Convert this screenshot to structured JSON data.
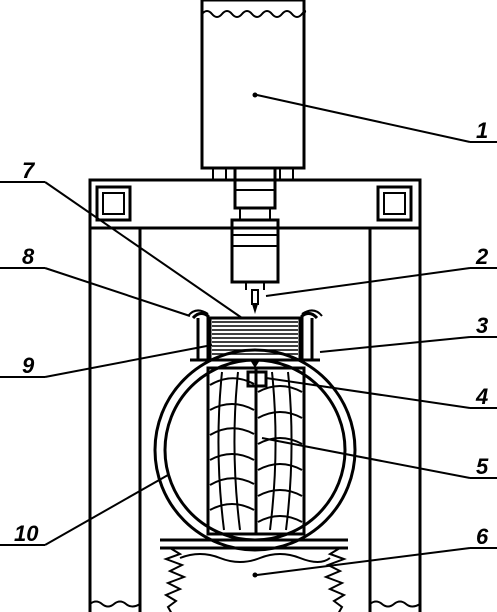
{
  "colors": {
    "ink": "#000000",
    "paper": "#ffffff"
  },
  "labels": [
    "1",
    "2",
    "3",
    "4",
    "5",
    "6",
    "7",
    "8",
    "9",
    "10"
  ]
}
